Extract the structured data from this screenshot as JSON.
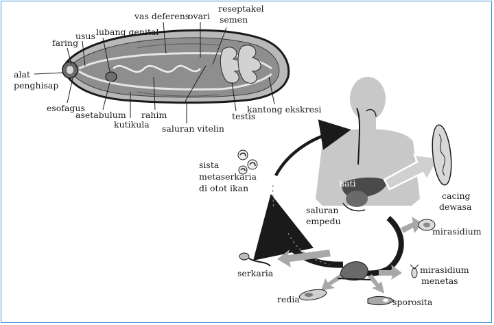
{
  "colors": {
    "border": "#3a8fd8",
    "line": "#1a1a1a",
    "body_fill": "#c9c9c9",
    "worm_fill": "#b5b5b5",
    "arrow_gray": "#9a9a9a"
  },
  "worm_labels": {
    "alat_penghisap": [
      "alat",
      "penghisap"
    ],
    "faring": "faring",
    "usus": "usus",
    "lubang_genital": "lubang genital",
    "vas_deferens": "vas deferens",
    "ovari": "ovari",
    "reseptakel_semen": [
      "reseptakel",
      "semen"
    ],
    "esofagus": "esofagus",
    "asetabulum": "asetabulum",
    "kutikula": "kutikula",
    "rahim": "rahim",
    "saluran_vitelin": "saluran vitelin",
    "testis": "testis",
    "kantong_ekskresi": "kantong ekskresi"
  },
  "cycle_labels": {
    "sista": [
      "sista",
      "metaserkaria",
      "di otot ikan"
    ],
    "hati": "hati",
    "saluran_empedu": [
      "saluran",
      "empedu"
    ],
    "cacing_dewasa": [
      "cacing",
      "dewasa"
    ],
    "mirasidium": "mirasidium",
    "mirasidium_menetas": [
      "mirasidium",
      "menetas"
    ],
    "serkaria": "serkaria",
    "redia": "redia",
    "sporosita": "sporosita"
  }
}
